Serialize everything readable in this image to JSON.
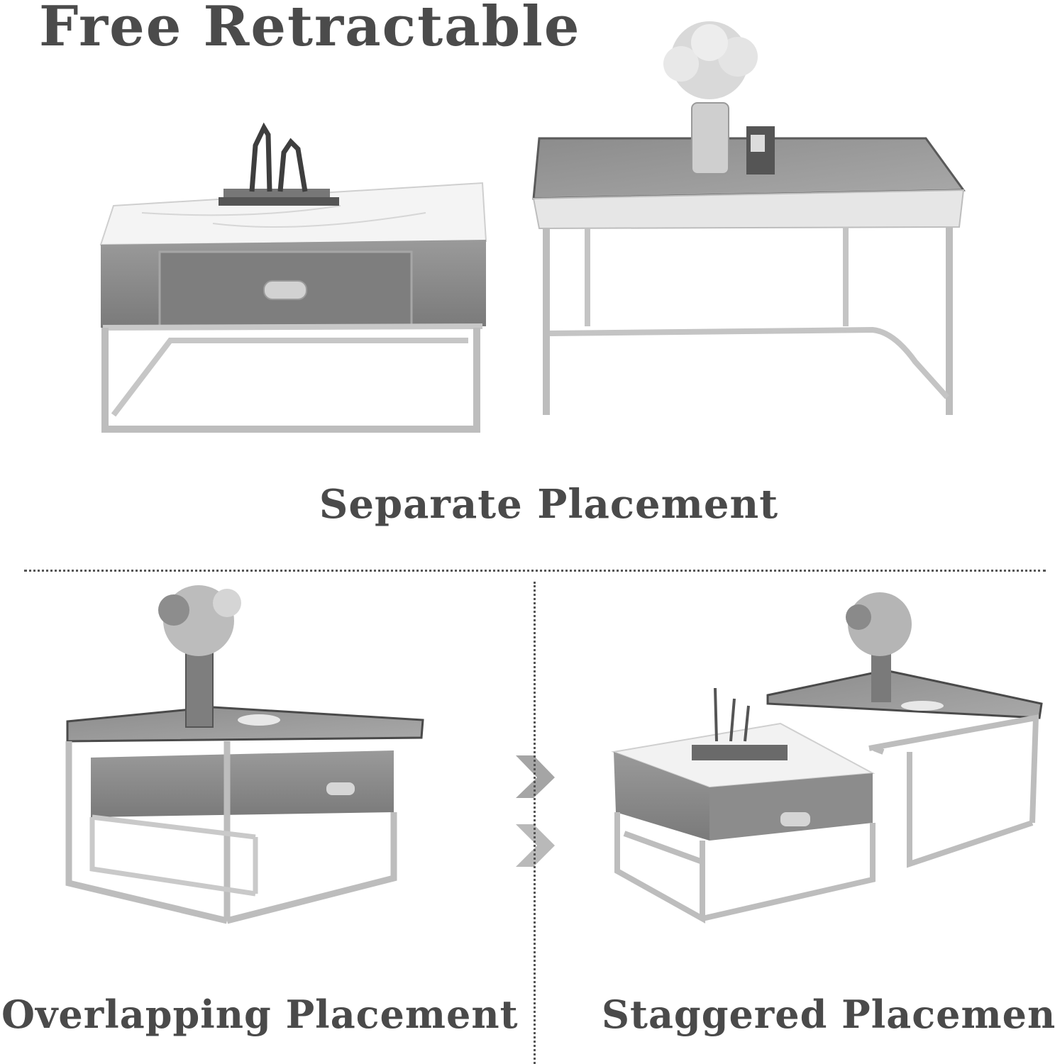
{
  "title": "Free Retractable",
  "captions": {
    "separate": "Separate Placement",
    "overlapping": "Overlapping Placement",
    "staggered": "Staggered Placement"
  },
  "colors": {
    "text": "#4a4a4a",
    "frame": "#bdbdbd",
    "drawer": "#8a8a8a",
    "glass": "#9a9a9a",
    "marble": "#f2f2f2"
  },
  "icons": [
    "chevron-right-icon",
    "chevron-right-icon"
  ]
}
